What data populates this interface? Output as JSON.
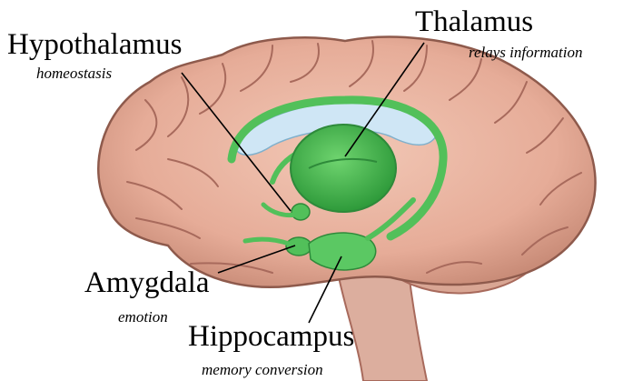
{
  "labels": {
    "hypothalamus": {
      "name": "Hypothalamus",
      "function": "homeostasis"
    },
    "thalamus": {
      "name": "Thalamus",
      "function": "relays information"
    },
    "amygdala": {
      "name": "Amygdala",
      "function": "emotion"
    },
    "hippocampus": {
      "name": "Hippocampus",
      "function": "memory conversion"
    }
  },
  "colors": {
    "brain": "#e8b4a0",
    "brain_shadow": "#c98c78",
    "gyri_line": "#a86a5c",
    "limbic_green": "#52c05a",
    "limbic_dark": "#2e8a3a",
    "ventricle_blue": "#cfe6f5",
    "stem": "#ddb0a0"
  }
}
